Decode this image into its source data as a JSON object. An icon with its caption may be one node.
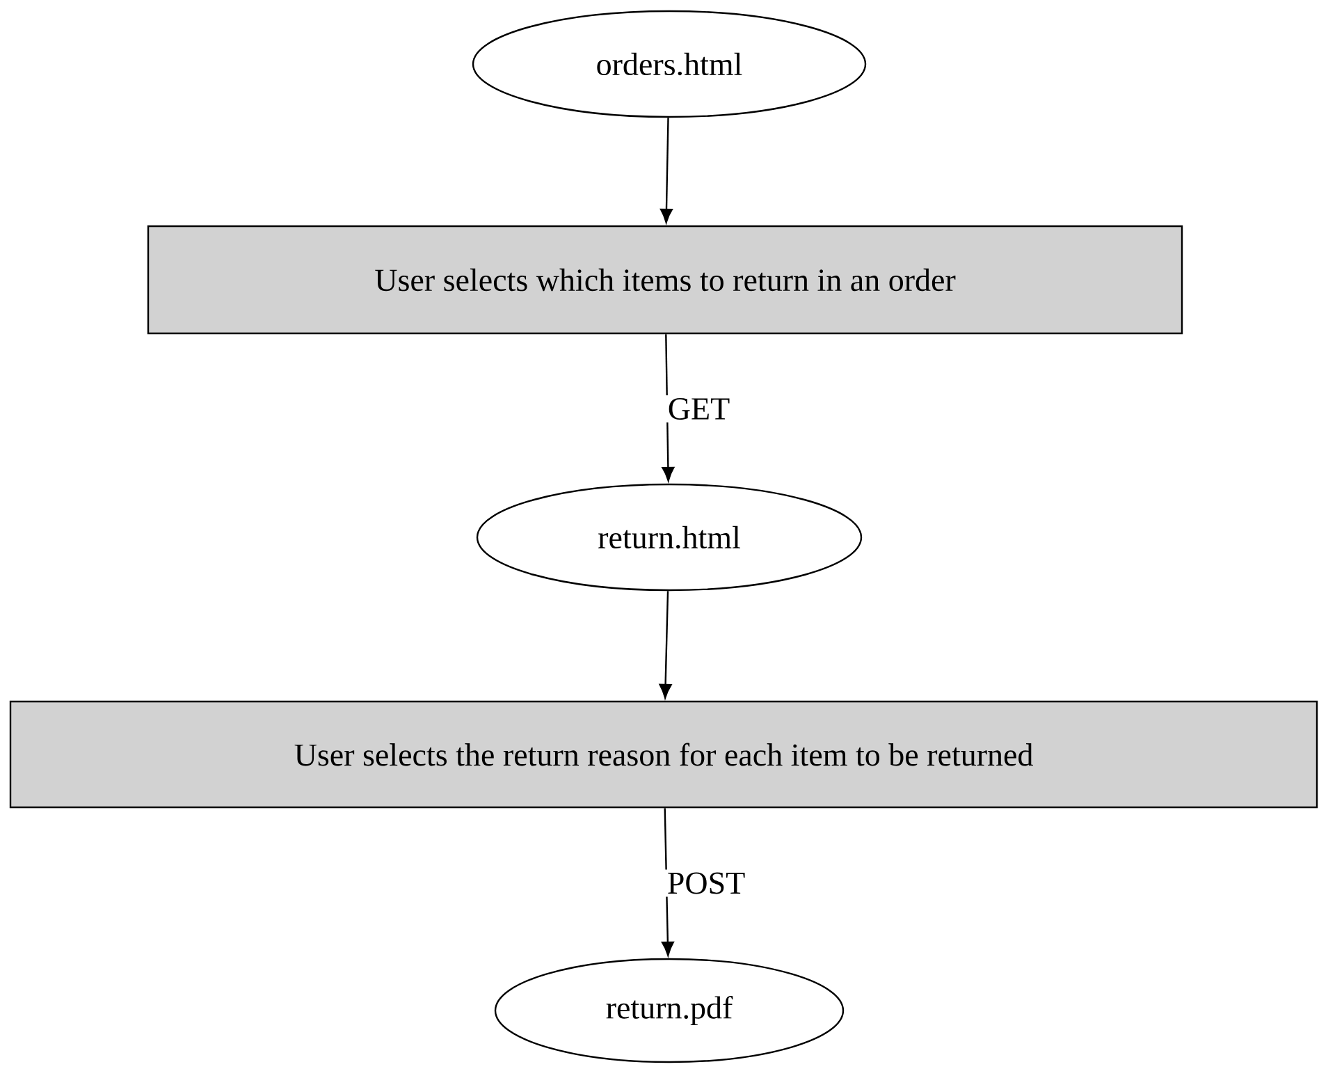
{
  "diagram": {
    "nodes": [
      {
        "text": [
          "orders.html"
        ]
      },
      {
        "text": [
          "User selects which items to return in an order"
        ]
      },
      {
        "text": [
          "return.html"
        ]
      },
      {
        "text": [
          "User selects the return reason for each item to be returned"
        ]
      },
      {
        "text": [
          "return.pdf"
        ]
      }
    ],
    "edges": [
      {
        "from": 0,
        "to": 1,
        "arrow": "to"
      },
      {
        "from": 1,
        "to": 2,
        "arrow": "to",
        "label": "GET"
      },
      {
        "from": 2,
        "to": 3,
        "arrow": "to"
      },
      {
        "from": 3,
        "to": 4,
        "arrow": "to",
        "label": "POST"
      }
    ]
  }
}
